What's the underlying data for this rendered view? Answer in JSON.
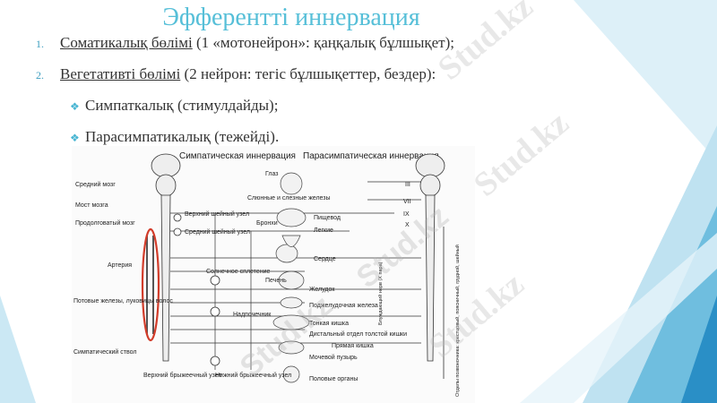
{
  "slide": {
    "title": "Эфферентті иннервация",
    "items": [
      {
        "num": "1.",
        "underlined": "Соматикалық бөлімі",
        "rest": " (1 «мотонейрон»: қаңқалық бұлшықет);"
      },
      {
        "num": "2.",
        "underlined": "Вегетативті бөлімі",
        "rest": " (2 нейрон: тегіс бұлшықеттер, бездер):"
      }
    ],
    "subitems": [
      {
        "icon": "diamond-bullet-icon",
        "text": "Симпаткалық (стимулдайды);"
      },
      {
        "icon": "diamond-bullet-icon",
        "text": "Парасимпатикалық (тежейді)."
      }
    ]
  },
  "diagram": {
    "headers": {
      "symp": "Симпатическая\nиннервация",
      "para": "Парасимпатическая\nиннервация"
    },
    "left_labels": [
      "Средний мозг",
      "Мост мозга",
      "Продолговатый мозг",
      "Артерия",
      "Потовые железы, луковицы волос",
      "Симпатический ствол"
    ],
    "ganglia_labels": [
      "Верхний шейный узел",
      "Средний шейный узел",
      "Солнечное сплетение",
      "Верхний брыжеечный узел",
      "Нижний брыжеечный узел"
    ],
    "organ_labels": [
      "Глаз",
      "Слюнные и слезные железы",
      "Бронхи",
      "Пищевод",
      "Легкие",
      "Сердце",
      "Печень",
      "Желудок",
      "Надпочечник",
      "Поджелудочная железа",
      "Тонкая кишка",
      "Дистальный отдел толстой кишки",
      "Прямая кишка",
      "Мочевой пузырь",
      "Половые органы"
    ],
    "cranial_labels": [
      "III",
      "VII",
      "IX",
      "X"
    ],
    "vertical_labels": [
      "Блуждающий нерв (X пара)",
      "Отделы позвоночника: крестцовый, поясничный, грудной, шейный"
    ],
    "watermark": "Stud.kz"
  },
  "colors": {
    "title": "#56bfd8",
    "accent": "#3f9fc0",
    "highlight": "#d23c2a",
    "deco": "#2a8fc6"
  }
}
